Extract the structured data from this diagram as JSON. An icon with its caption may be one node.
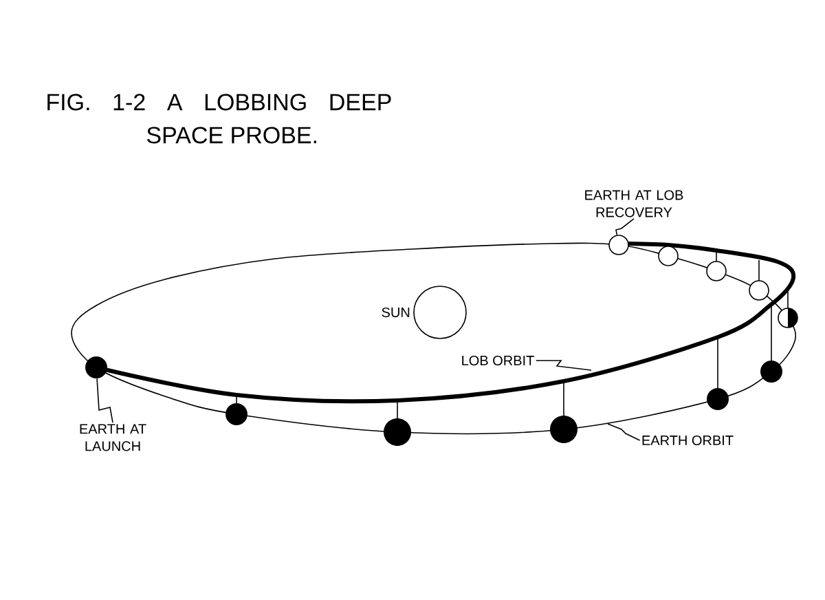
{
  "diagram": {
    "title": "FIG. 1-2 A LOBBING DEEP SPACE PROBE.",
    "nodes": [
      {
        "text": [
          "SUN"
        ]
      },
      {
        "text": [
          "EARTH AT LAUNCH"
        ]
      },
      {
        "text": [],
        "shape": "circle"
      },
      {
        "text": [
          "EARTH AT LOB RECOVERY"
        ]
      },
      {
        "text": [],
        "shape": "circle"
      },
      {
        "text": [
          "LOB ORBIT"
        ]
      },
      {
        "text": [
          "EARTH ORBIT"
        ]
      }
    ],
    "edges": [
      {
        "from": 1,
        "to": 2,
        "arrow": "none"
      },
      {
        "from": 3,
        "to": 4,
        "arrow": "none"
      },
      {
        "from": 5,
        "to": null,
        "arrow": "none"
      },
      {
        "from": 6,
        "to": null,
        "arrow": "none"
      }
    ]
  }
}
